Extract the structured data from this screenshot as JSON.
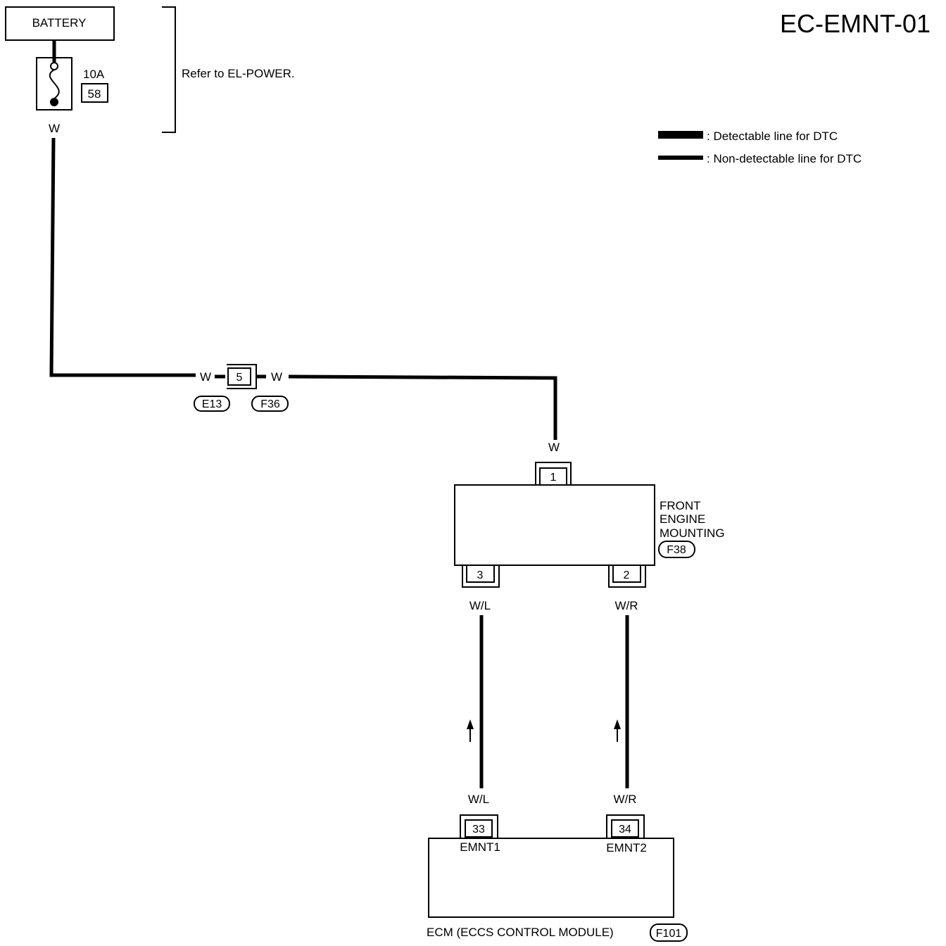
{
  "page_code": "EC-EMNT-01",
  "battery": {
    "label": "BATTERY"
  },
  "fuse": {
    "rating": "10A",
    "number": "58"
  },
  "refer_note": "Refer to EL-POWER.",
  "legend": [
    {
      "label": ": Detectable line for DTC",
      "style": "detectable"
    },
    {
      "label": ": Non-detectable line for DTC",
      "style": "non-detectable"
    }
  ],
  "wires": {
    "fuse_out": "W",
    "joint_left": "W",
    "joint_right": "W",
    "mount_in": "W",
    "mount_pin3": "W/L",
    "mount_pin2": "W/R",
    "ecm_pin33": "W/L",
    "ecm_pin34": "W/R"
  },
  "joint_connector": {
    "pin": "5",
    "left_connector": "E13",
    "right_connector": "F36"
  },
  "front_engine_mounting": {
    "label_lines": [
      "FRONT",
      "ENGINE",
      "MOUNTING"
    ],
    "connector": "F38",
    "pins": {
      "top": "1",
      "left": "3",
      "right": "2"
    }
  },
  "ecm": {
    "label": "ECM (ECCS CONTROL MODULE)",
    "connector": "F101",
    "pins": [
      {
        "number": "33",
        "terminal": "EMNT1"
      },
      {
        "number": "34",
        "terminal": "EMNT2"
      }
    ]
  }
}
